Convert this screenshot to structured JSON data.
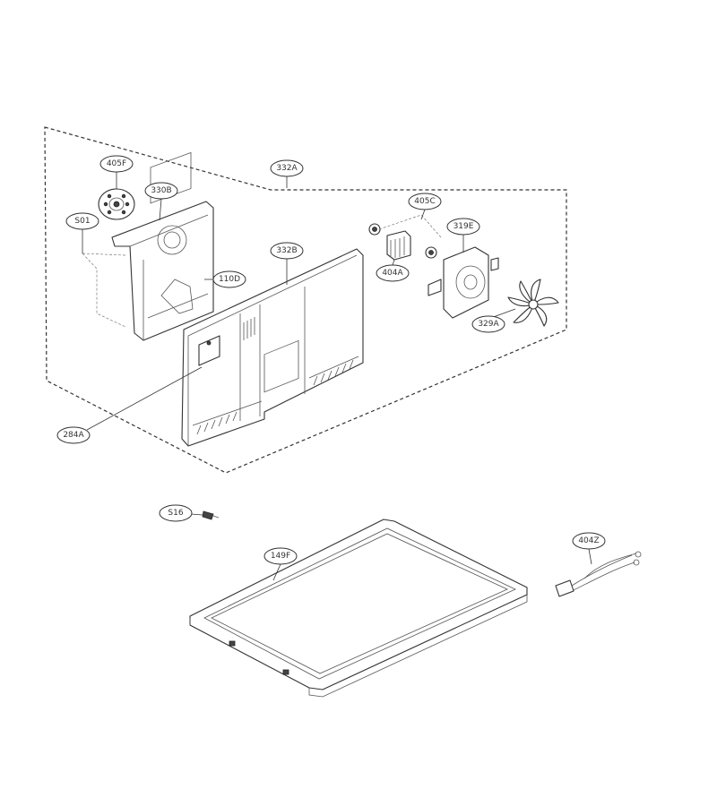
{
  "callouts": {
    "c405F": "405F",
    "c330B": "330B",
    "c332A": "332A",
    "c405C": "405C",
    "c319E": "319E",
    "c501": "S01",
    "c332B": "332B",
    "c404A": "404A",
    "c110D": "110D",
    "c329A": "329A",
    "c284A": "284A",
    "c516": "S16",
    "c149F": "149F",
    "c404Z": "404Z"
  }
}
